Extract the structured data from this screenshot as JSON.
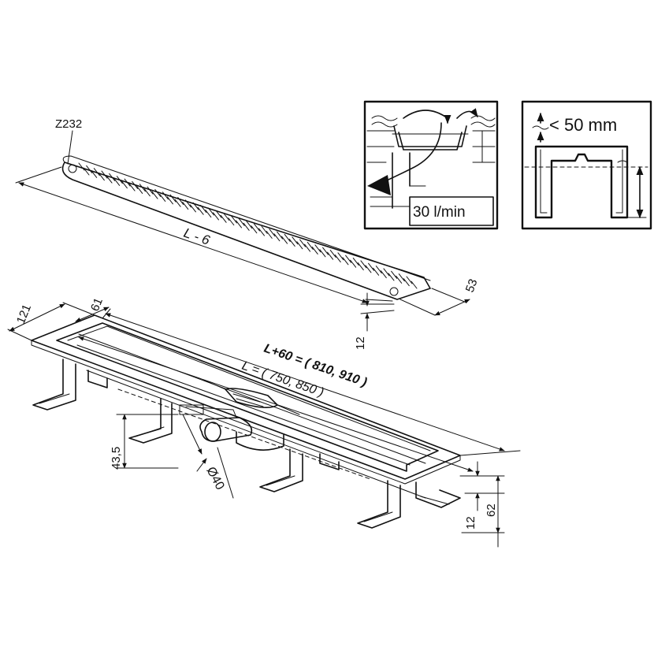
{
  "labels": {
    "grate_code": "Z232",
    "grate_length": "L - 6",
    "grate_width": "53",
    "grate_thickness": "12",
    "width_121": "121",
    "width_61": "61",
    "overall_length": "L+60 = ( 810, 910 )",
    "length": "L = ( 750, 850 )",
    "outlet_height": "43,5",
    "outlet_diameter": "Ø40",
    "frame_thickness": "12",
    "total_height": "62",
    "flow_rate": "30 l/min",
    "water_level": "< 50 mm"
  },
  "colors": {
    "line": "#111111",
    "background": "#ffffff",
    "shading": "#cfcfcf"
  }
}
